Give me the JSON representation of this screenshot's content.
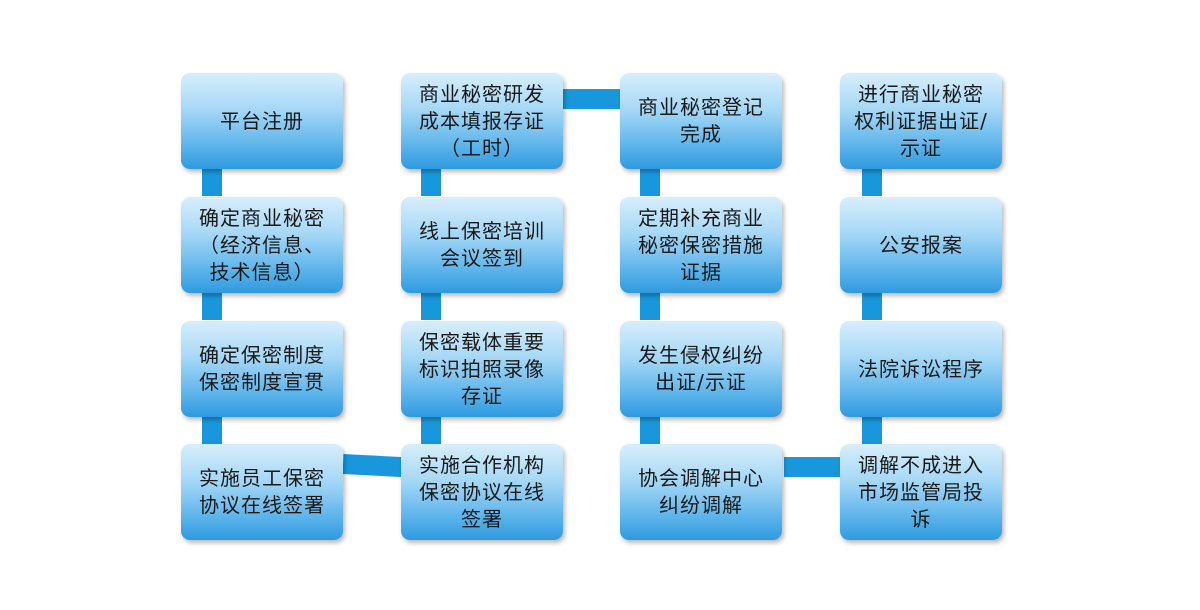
{
  "columns": [
    [
      "平台注册",
      "确定商业秘密\n（经济信息、\n技术信息）",
      "确定保密制度\n保密制度宣贯",
      "实施员工保密\n协议在线签署"
    ],
    [
      "商业秘密研发\n成本填报存证\n（工时）",
      "线上保密培训\n会议签到",
      "保密载体重要\n标识拍照录像\n存证",
      "实施合作机构\n保密协议在线\n签署"
    ],
    [
      "商业秘密登记\n完成",
      "定期补充商业\n秘密保密措施\n证据",
      "发生侵权纠纷\n出证/示证",
      "协会调解中心\n纠纷调解"
    ],
    [
      "进行商业秘密\n权利证据出证/\n示证",
      "公安报案",
      "法院诉讼程序",
      "调解不成进入\n市场监管局投\n诉"
    ]
  ],
  "colors": {
    "connector": "#1997dc",
    "box_top": "#d7eefc",
    "box_bottom": "#2e9ae0",
    "text": "#1a1a1a"
  }
}
